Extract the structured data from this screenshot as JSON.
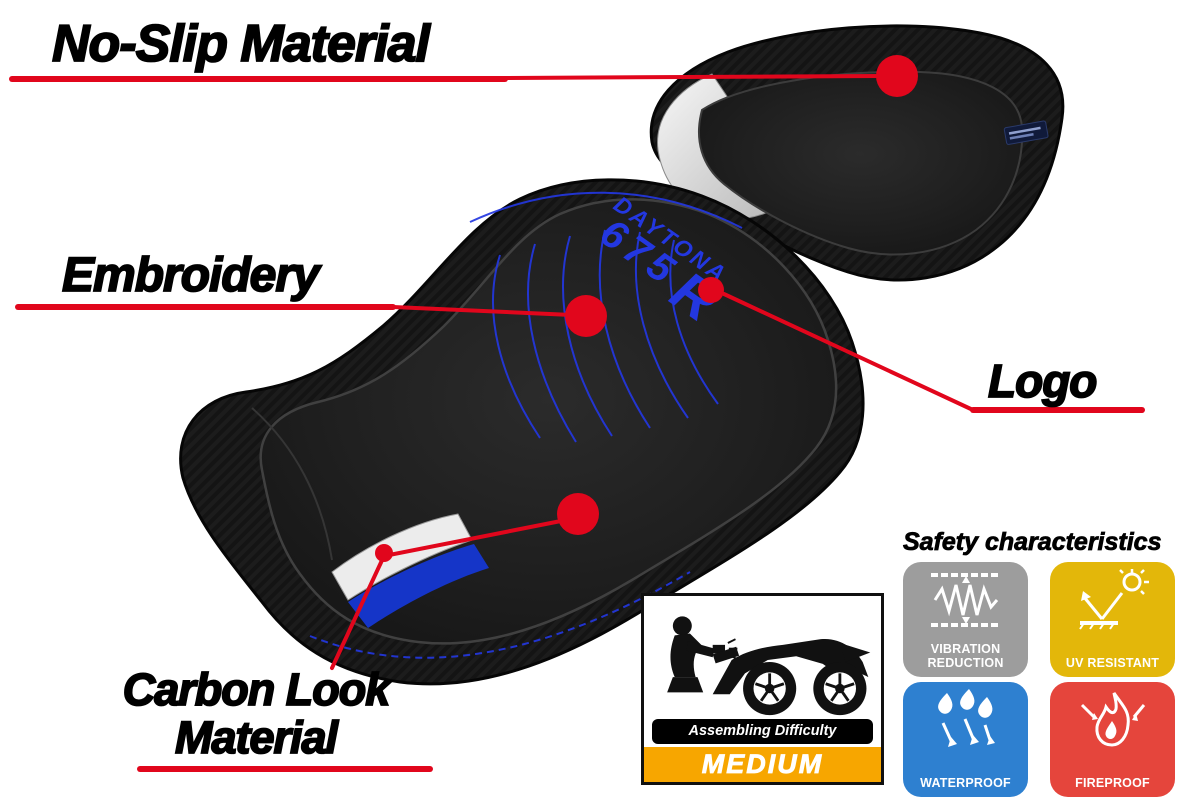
{
  "callouts": {
    "no_slip": "No-Slip Material",
    "embroidery": "Embroidery",
    "logo": "Logo",
    "carbon_line1": "Carbon Look",
    "carbon_line2": "Material"
  },
  "seat_logo": {
    "line1": "DAYTONA",
    "line2": "675",
    "r": "R"
  },
  "safety": {
    "title": "Safety characteristics",
    "badges": [
      {
        "name": "vibration-reduction",
        "label": "VIBRATION REDUCTION",
        "color": "#9d9d9d"
      },
      {
        "name": "uv-resistant",
        "label": "UV RESISTANT",
        "color": "#e3b70a"
      },
      {
        "name": "waterproof",
        "label": "WATERPROOF",
        "color": "#2e80d0"
      },
      {
        "name": "fireproof",
        "label": "FIREPROOF",
        "color": "#e5453c"
      }
    ]
  },
  "difficulty": {
    "title": "Assembling Difficulty",
    "level": "MEDIUM"
  },
  "colors": {
    "callout_red": "#e1061c",
    "stitch_blue": "#2337e0",
    "difficulty_orange": "#f7a600"
  }
}
